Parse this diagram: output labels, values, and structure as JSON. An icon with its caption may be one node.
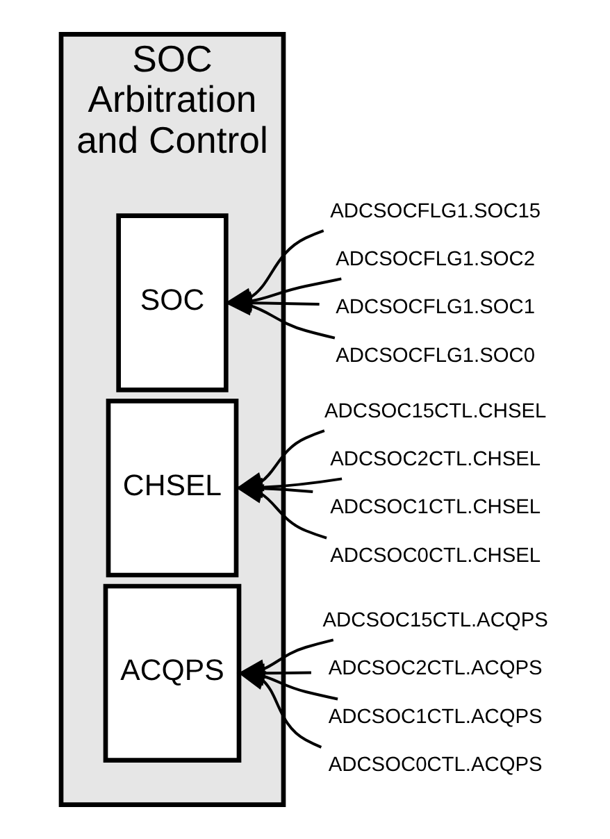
{
  "diagram": {
    "nodes": [
      {
        "text": [
          "SOC Arbitration and Control"
        ]
      },
      {
        "text": [
          "SOC"
        ],
        "in": 0
      },
      {
        "text": [
          "ADCSOCFLG1.SOC15"
        ]
      },
      {
        "text": [
          "ADCSOCFLG1.SOC2"
        ]
      },
      {
        "text": [
          "ADCSOCFLG1.SOC1"
        ]
      },
      {
        "text": [
          "ADCSOCFLG1.SOC0"
        ]
      },
      {
        "text": [
          "CHSEL"
        ],
        "in": 0
      },
      {
        "text": [
          "ADCSOC15CTL.CHSEL"
        ]
      },
      {
        "text": [
          "ADCSOC2CTL.CHSEL"
        ]
      },
      {
        "text": [
          "ADCSOC1CTL.CHSEL"
        ]
      },
      {
        "text": [
          "ADCSOC0CTL.CHSEL"
        ]
      },
      {
        "text": [
          "ACQPS"
        ],
        "in": 0
      },
      {
        "text": [
          "ADCSOC15CTL.ACQPS"
        ]
      },
      {
        "text": [
          "ADCSOC2CTL.ACQPS"
        ]
      },
      {
        "text": [
          "ADCSOC1CTL.ACQPS"
        ]
      },
      {
        "text": [
          "ADCSOC0CTL.ACQPS"
        ]
      }
    ],
    "edges": [
      {
        "from": 2,
        "to": 1,
        "arrow": "to"
      },
      {
        "from": 3,
        "to": 1,
        "arrow": "to"
      },
      {
        "from": 4,
        "to": 1,
        "arrow": "to"
      },
      {
        "from": 5,
        "to": 1,
        "arrow": "to"
      },
      {
        "from": 7,
        "to": 6,
        "arrow": "to"
      },
      {
        "from": 8,
        "to": 6,
        "arrow": "to"
      },
      {
        "from": 9,
        "to": 6,
        "arrow": "to"
      },
      {
        "from": 10,
        "to": 6,
        "arrow": "to"
      },
      {
        "from": 12,
        "to": 11,
        "arrow": "to"
      },
      {
        "from": 13,
        "to": 11,
        "arrow": "to"
      },
      {
        "from": 14,
        "to": 11,
        "arrow": "to"
      },
      {
        "from": 15,
        "to": 11,
        "arrow": "to"
      }
    ]
  }
}
